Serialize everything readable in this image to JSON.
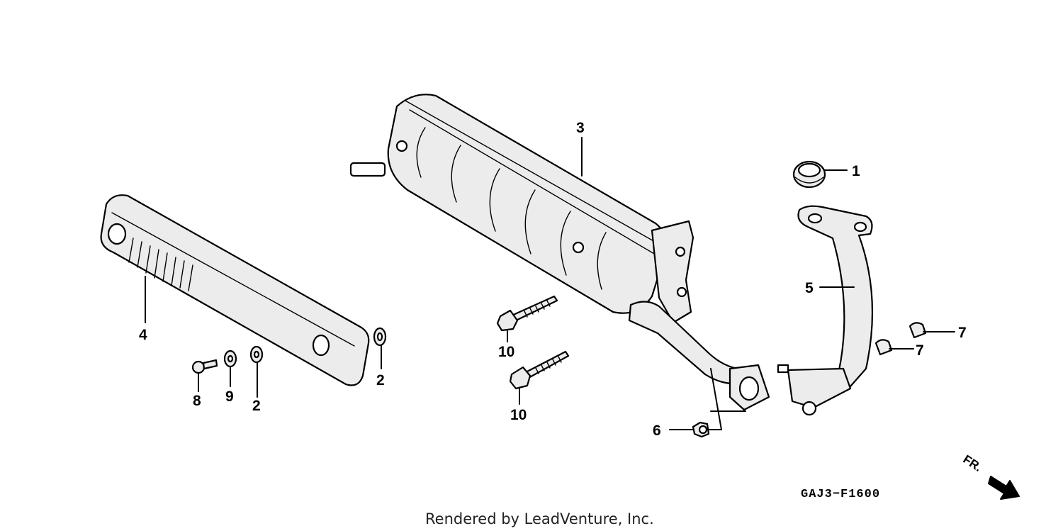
{
  "callouts": {
    "c1": "1",
    "c2a": "2",
    "c2b": "2",
    "c3": "3",
    "c4": "4",
    "c5": "5",
    "c6": "6",
    "c7a": "7",
    "c7b": "7",
    "c8": "8",
    "c9": "9",
    "c10a": "10",
    "c10b": "10"
  },
  "diagram_code": "GAJ3−F1600",
  "direction_label": "FR.",
  "credit": "Rendered by LeadVenture, Inc."
}
